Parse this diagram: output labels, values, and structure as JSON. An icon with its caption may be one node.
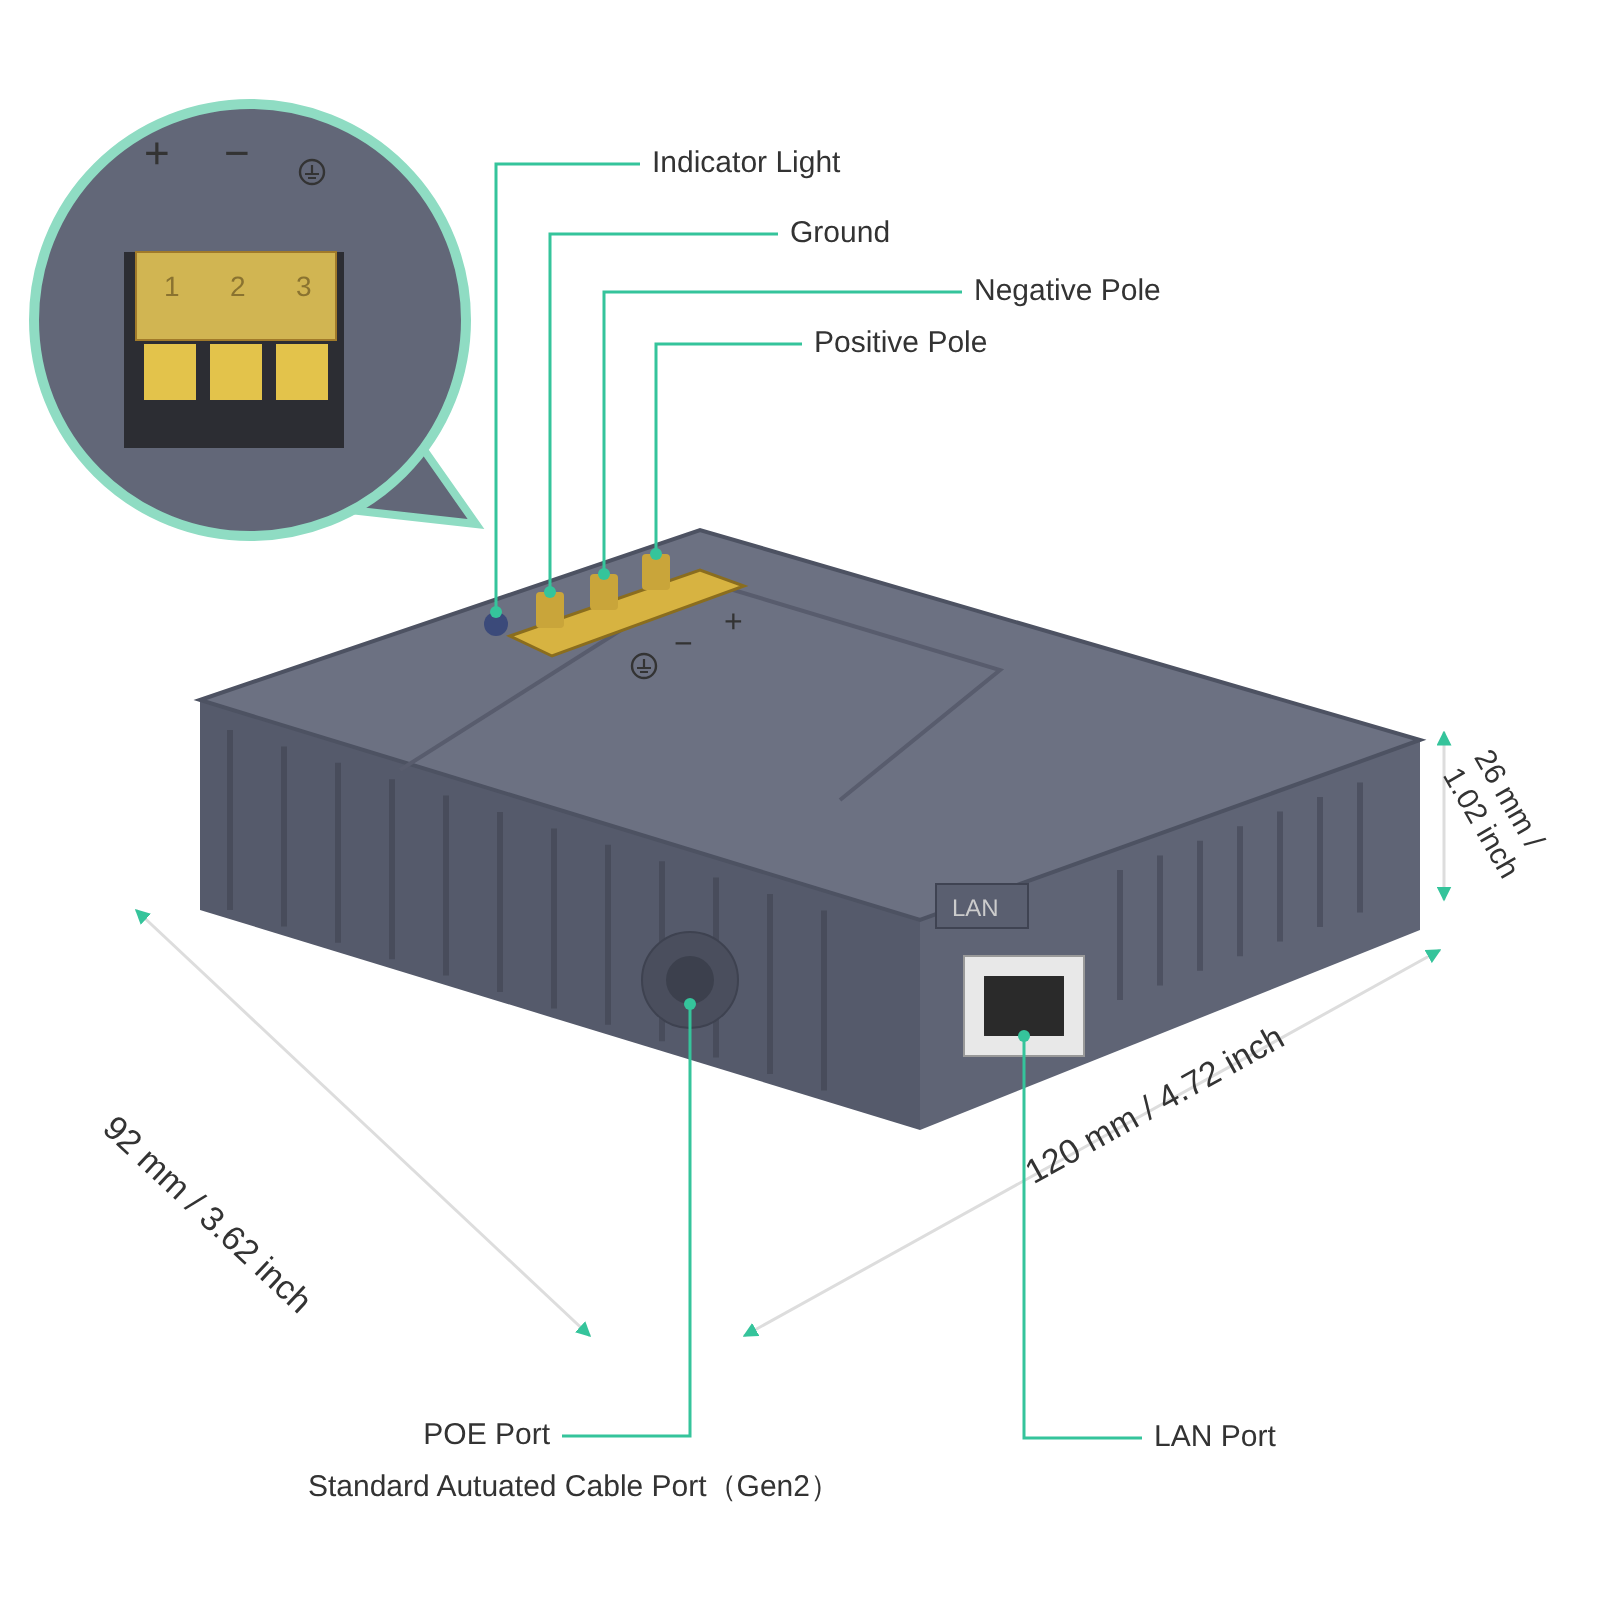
{
  "diagram": {
    "nodes": [
      {
        "text": [
          "Indicator Light"
        ]
      },
      {
        "text": [
          "Ground"
        ]
      },
      {
        "text": [
          "Negative Pole"
        ]
      },
      {
        "text": [
          "Positive Pole"
        ]
      },
      {
        "text": [
          "POE Port",
          "Standard Autuated Cable Port（Gen2）"
        ]
      },
      {
        "text": [
          "LAN Port"
        ]
      },
      {
        "text": [],
        "shape": "circle"
      },
      {
        "text": [],
        "shape": "box"
      },
      {
        "text": [],
        "shape": "box"
      },
      {
        "text": [],
        "shape": "box"
      },
      {
        "text": [],
        "shape": "circle"
      },
      {
        "text": [],
        "shape": "box"
      }
    ],
    "edges": [
      {
        "from": 0,
        "to": 6,
        "arrow": "other"
      },
      {
        "from": 1,
        "to": 7,
        "arrow": "other"
      },
      {
        "from": 2,
        "to": 8,
        "arrow": "other"
      },
      {
        "from": 3,
        "to": 9,
        "arrow": "other"
      },
      {
        "from": 4,
        "to": 10,
        "arrow": "other"
      },
      {
        "from": 5,
        "to": 11,
        "arrow": "other"
      }
    ],
    "labels": [
      "+",
      "−",
      "1",
      "2",
      "3",
      "−",
      "+",
      "LAN",
      "26 mm / 1.02 inch",
      "92 mm / 3.62 inch",
      "120 mm / 4.72 inch"
    ]
  }
}
